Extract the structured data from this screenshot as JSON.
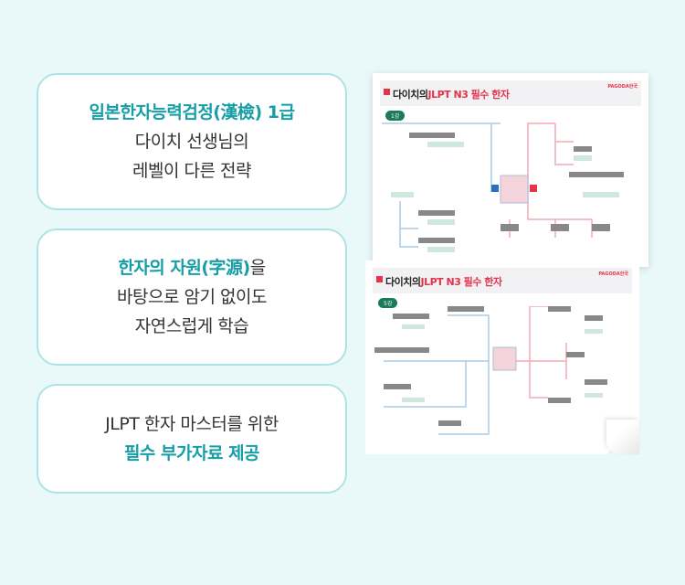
{
  "cards": [
    {
      "highlight": "일본한자능력검정(漢檢) 1급",
      "lines": [
        "다이치 선생님의",
        "레벨이 다른 전략"
      ]
    },
    {
      "highlight": "한자의 자원(字源)",
      "suffix": "을",
      "lines": [
        "바탕으로 암기 없이도",
        "자연스럽게 학습"
      ]
    },
    {
      "lines": [
        "JLPT 한자 마스터를 위한"
      ],
      "highlight": "필수 부가자료 제공"
    }
  ],
  "slides": [
    {
      "title_prefix": "다이치의",
      "title_accent": "JLPT N3 필수 한자",
      "logo": "PAGODA한국",
      "badge": "1강"
    },
    {
      "title_prefix": "다이치의",
      "title_accent": "JLPT N3 필수 한자",
      "logo": "PAGODA한국",
      "badge": "5강"
    }
  ]
}
